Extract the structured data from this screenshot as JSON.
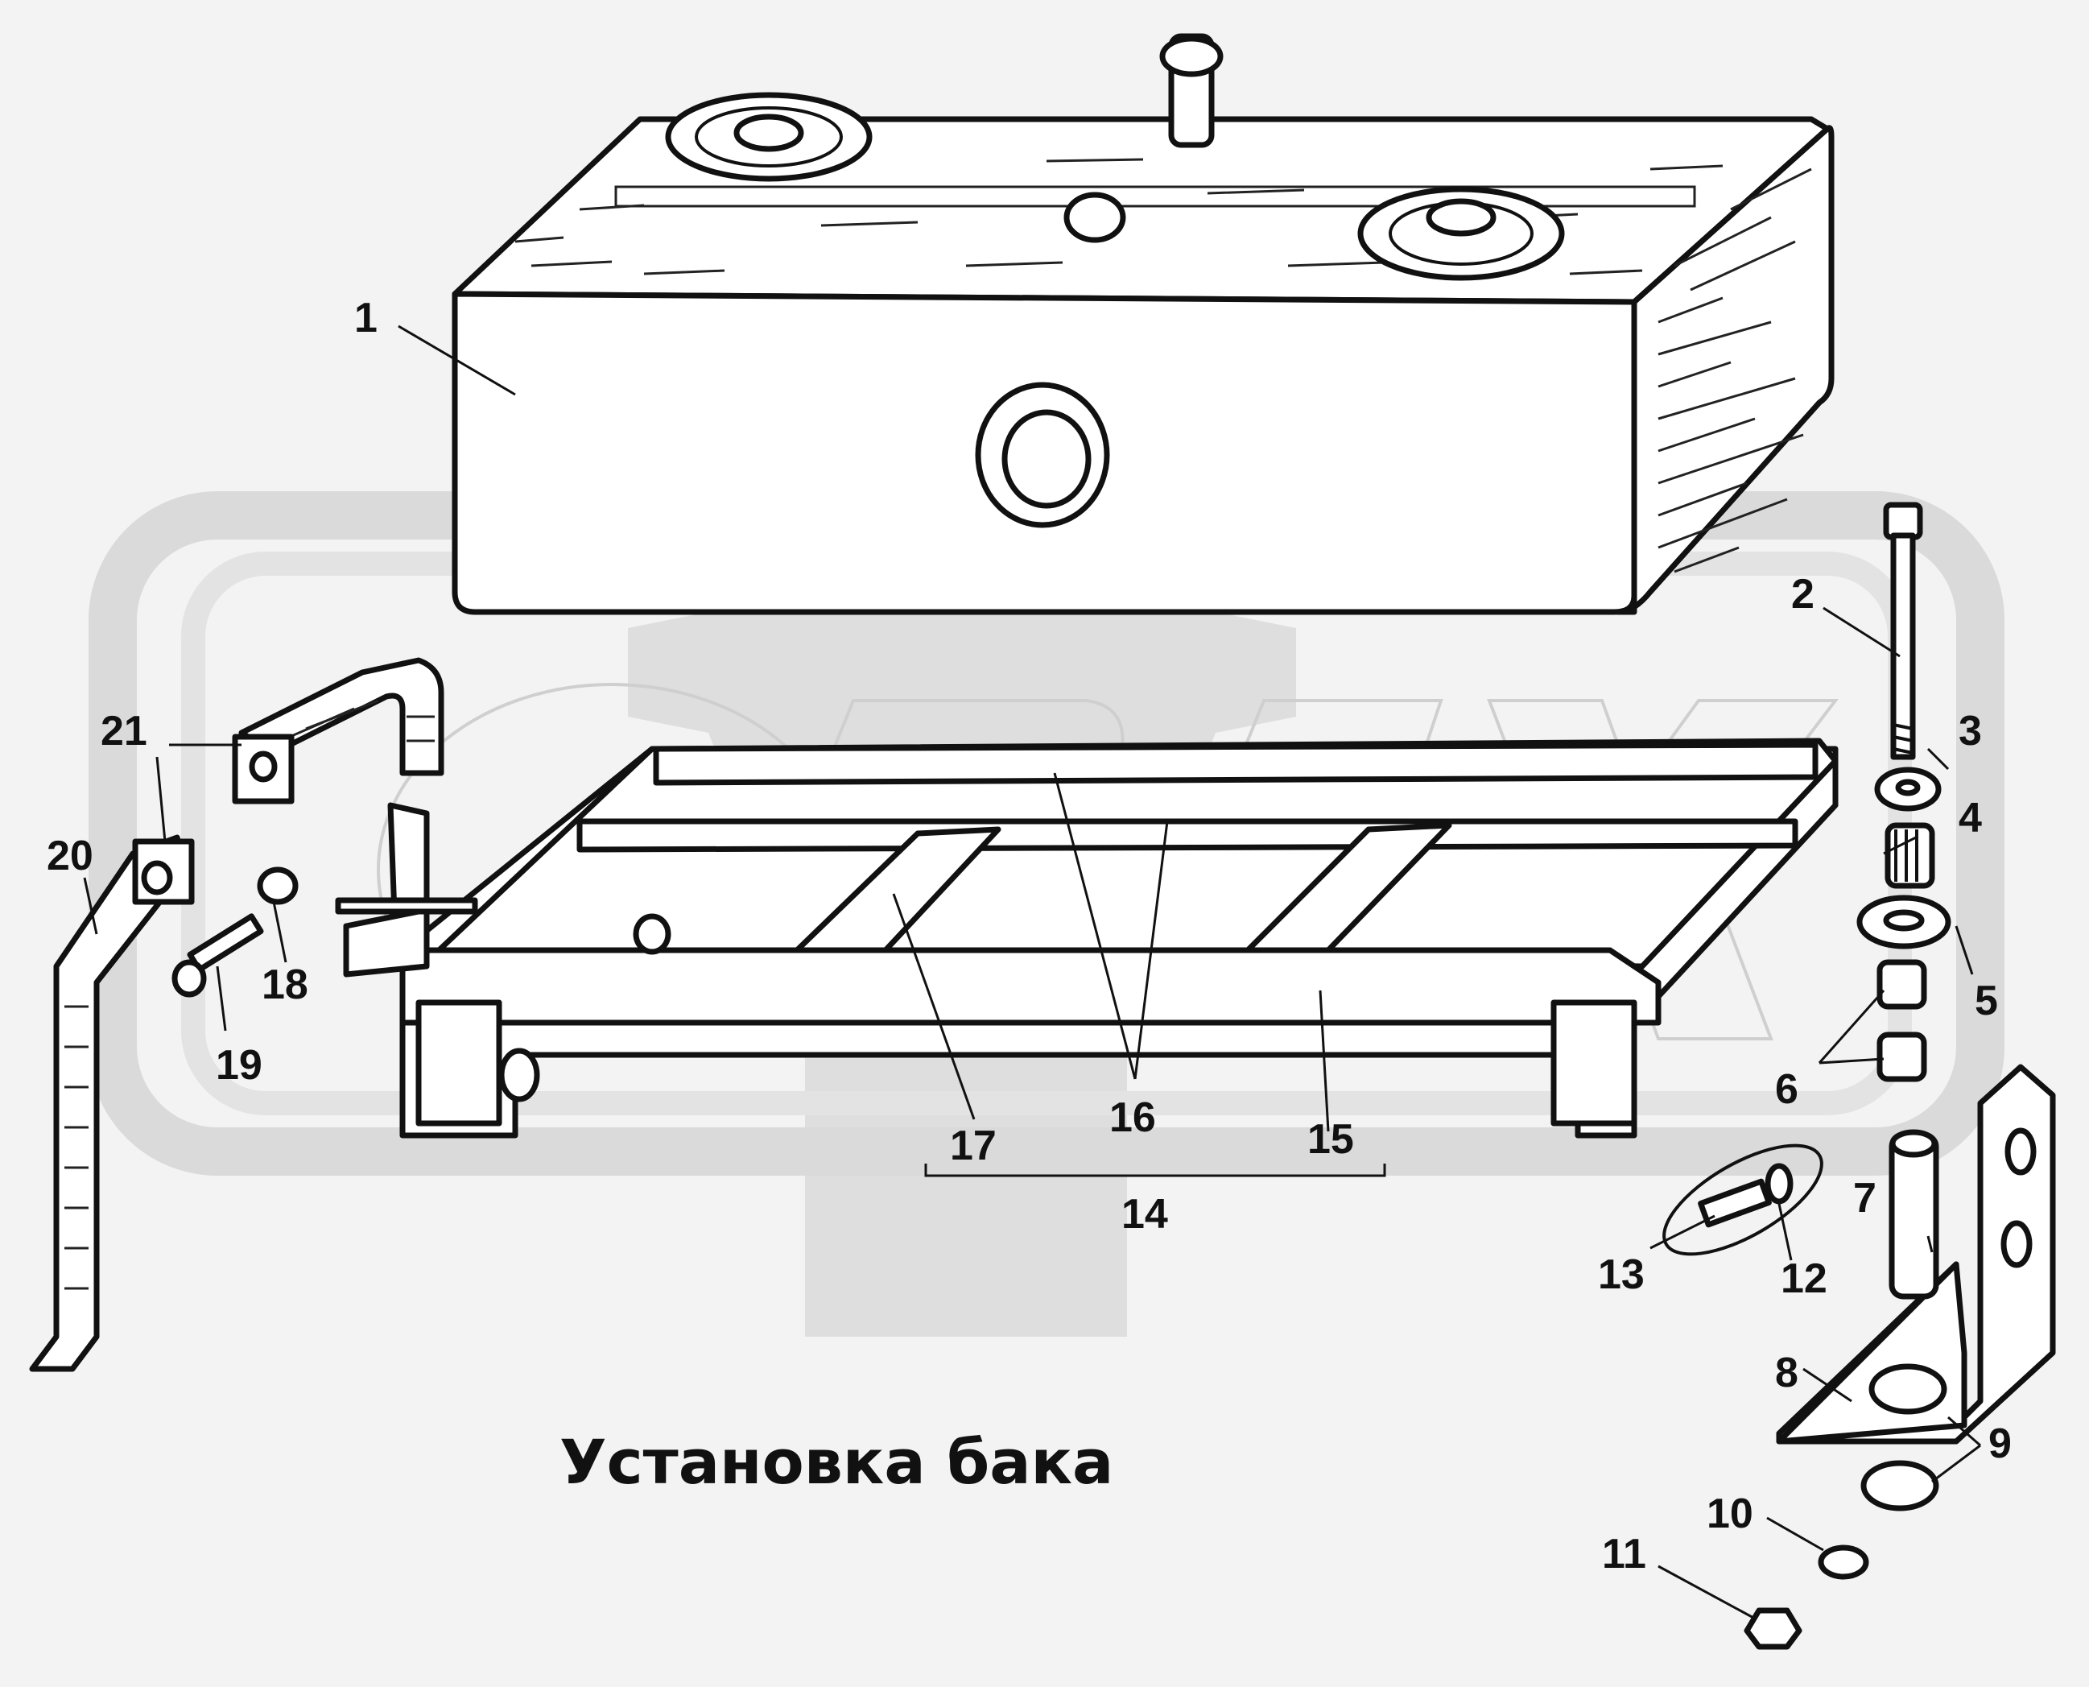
{
  "title": "Установка бака",
  "callouts": [
    "1",
    "2",
    "3",
    "4",
    "5",
    "6",
    "7",
    "8",
    "9",
    "10",
    "11",
    "12",
    "13",
    "14",
    "15",
    "16",
    "17",
    "18",
    "19",
    "20",
    "21"
  ],
  "colors": {
    "background": "#f3f3f3",
    "watermark": "#d8d8d8",
    "ink": "#111111"
  }
}
